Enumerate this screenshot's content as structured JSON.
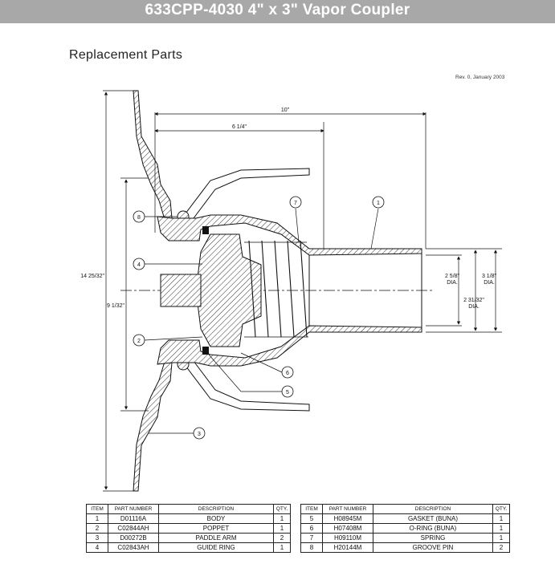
{
  "header": {
    "title": "633CPP-4030 4\" x 3\" Vapor Coupler"
  },
  "section_title": "Replacement Parts",
  "revision": "Rev. 0, January 2003",
  "dimensions": {
    "overall_length": "10\"",
    "body_length": "6 1/4\"",
    "overall_height": "14 25/32\"",
    "inner_height": "9 1/32\"",
    "tube_id": "2 5/8\"",
    "tube_id_note": "DIA.",
    "tube_od": "3 1/8\"",
    "tube_od_note": "DIA.",
    "tube_mid": "2 31/32\"",
    "tube_mid_note": "DIA."
  },
  "balloons": [
    "1",
    "2",
    "3",
    "4",
    "5",
    "6",
    "7",
    "8"
  ],
  "parts_table": {
    "headers": {
      "item": "ITEM",
      "part_number": "PART NUMBER",
      "description": "DESCRIPTION",
      "qty": "QTY."
    },
    "left": [
      {
        "item": "1",
        "part_number": "D01116A",
        "description": "BODY",
        "qty": "1"
      },
      {
        "item": "2",
        "part_number": "C02844AH",
        "description": "POPPET",
        "qty": "1"
      },
      {
        "item": "3",
        "part_number": "D00272B",
        "description": "PADDLE ARM",
        "qty": "2"
      },
      {
        "item": "4",
        "part_number": "C02843AH",
        "description": "GUIDE RING",
        "qty": "1"
      }
    ],
    "right": [
      {
        "item": "5",
        "part_number": "H08945M",
        "description": "GASKET (BUNA)",
        "qty": "1"
      },
      {
        "item": "6",
        "part_number": "H07408M",
        "description": "O-RING (BUNA)",
        "qty": "1"
      },
      {
        "item": "7",
        "part_number": "H09110M",
        "description": "SPRING",
        "qty": "1"
      },
      {
        "item": "8",
        "part_number": "H20144M",
        "description": "GROOVE PIN",
        "qty": "2"
      }
    ]
  }
}
